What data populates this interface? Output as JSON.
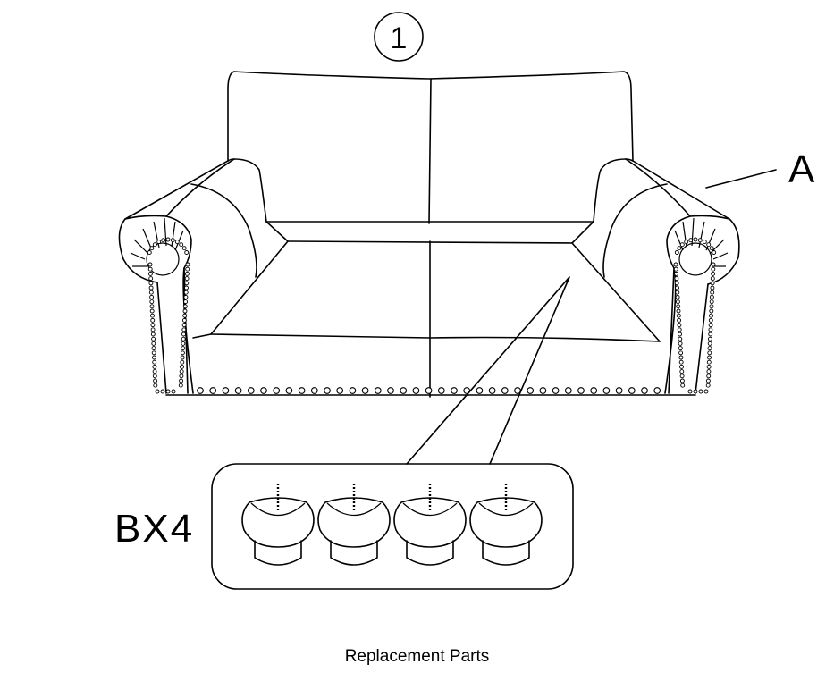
{
  "diagram": {
    "step_number": "1",
    "part_a_label": "A",
    "part_b_label": "BX4",
    "caption": "Replacement Parts",
    "part_b_quantity": 4
  }
}
